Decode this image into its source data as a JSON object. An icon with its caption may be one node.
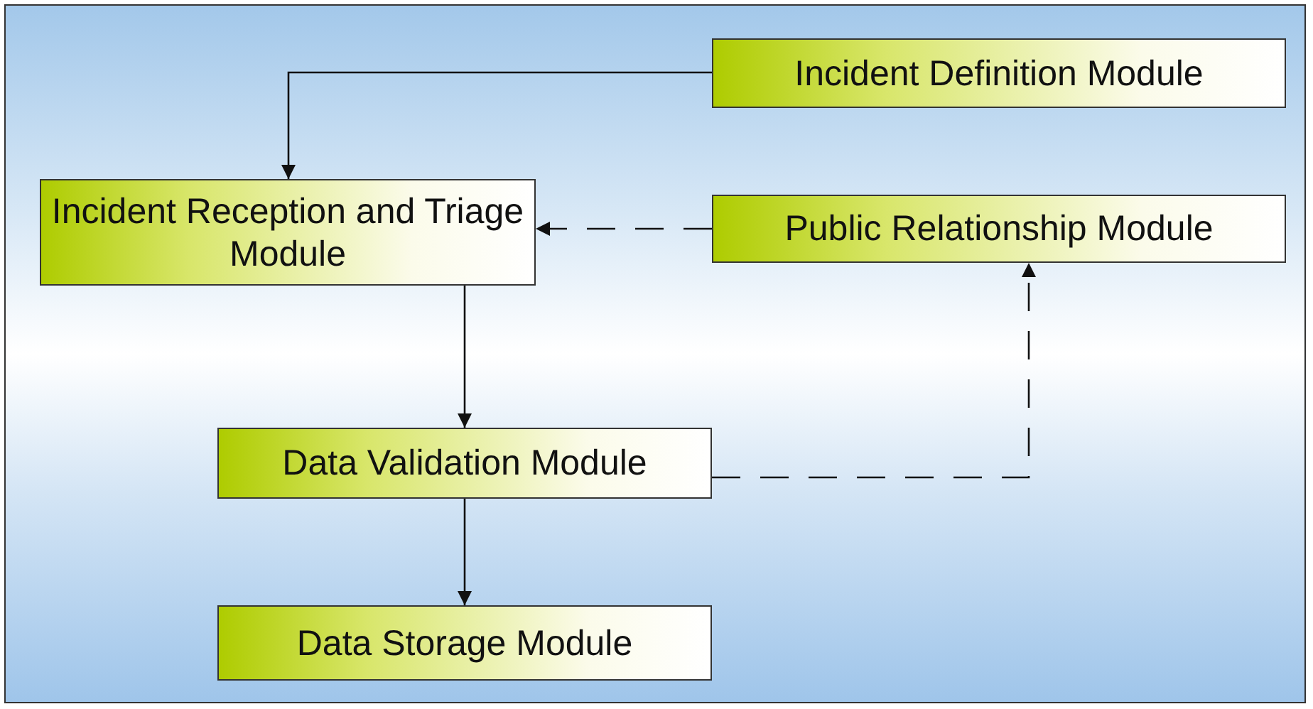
{
  "diagram": {
    "nodes": [
      {
        "text": [
          "Incident Definition Module"
        ]
      },
      {
        "text": [
          "Incident Reception and Triage Module"
        ]
      },
      {
        "text": [
          "Public Relationship Module"
        ]
      },
      {
        "text": [
          "Data Validation Module"
        ]
      },
      {
        "text": [
          "Data Storage Module"
        ]
      }
    ],
    "edges": [
      {
        "from": 0,
        "to": 1,
        "arrow": "to"
      },
      {
        "from": 2,
        "to": 1,
        "arrow": "to",
        "style": "dashed"
      },
      {
        "from": 1,
        "to": 3,
        "arrow": "to"
      },
      {
        "from": 3,
        "to": 2,
        "arrow": "to",
        "style": "dashed"
      },
      {
        "from": 3,
        "to": 4,
        "arrow": "to"
      }
    ]
  }
}
